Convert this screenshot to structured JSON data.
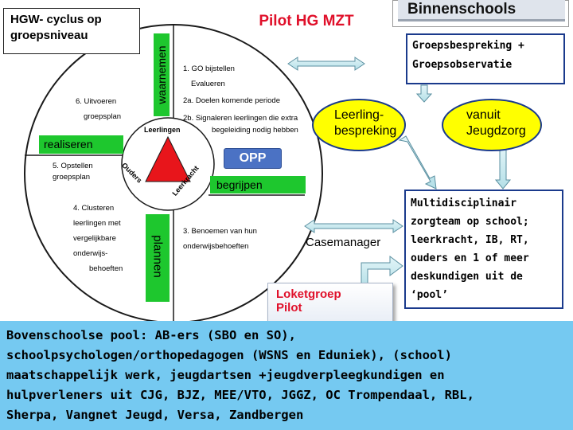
{
  "title": "Pilot HG MZT",
  "hgw_box": [
    "HGW- cyclus op",
    "groepsniveau"
  ],
  "binnenschools": "Binnenschools",
  "groepsbespreking": [
    "Groepsbespreking +",
    "Groepsobservatie"
  ],
  "leerlingbespreking": [
    "Leerling-",
    "bespreking"
  ],
  "jeugdzorg": [
    "vanuit",
    "Jeugdzorg"
  ],
  "multidisciplinair": [
    "Multidisciplinair",
    "zorgteam op school;",
    "leerkracht, IB, RT,",
    "ouders en 1 of meer",
    "deskundigen uit de",
    "‘pool’"
  ],
  "casemanager": "Casemanager",
  "loketgroep": [
    "Loketgroep",
    "Pilot"
  ],
  "pool_text": [
    "Bovenschoolse pool: AB-ers (SBO en SO),",
    "schoolpsychologen/orthopedagogen (WSNS en Eduniek), (school)",
    "maatschappelijk werk, jeugdartsen +jeugdverpleegkundigen en",
    "hulpverleners uit CJG, BJZ, MEE/VTO, JGGZ, OC Trompendaal, RBL,",
    "Sherpa, Vangnet Jeugd, Versa, Zandbergen"
  ],
  "cycle": {
    "waarnemen": "waarnemen",
    "begrijpen": "begrijpen",
    "plannen": "plannen",
    "realiseren": "realiseren",
    "opp": "OPP",
    "step1": [
      "1. GO bijstellen",
      "Evalueren"
    ],
    "step2a": "2a. Doelen komende periode",
    "step2b": [
      "2b. Signaleren leerlingen die extra",
      "begeleiding nodig hebben"
    ],
    "step3": [
      "3. Benoemen van hun",
      "onderwijsbehoeften"
    ],
    "step4": [
      "4. Clusteren",
      "leerlingen met",
      "vergelijkbare",
      "onderwijs-",
      "behoeften"
    ],
    "step5": [
      "5. Opstellen",
      "groepsplan"
    ],
    "step6": [
      "6. Uitvoeren",
      "groepsplan"
    ],
    "triangle": {
      "top": "Leerlingen",
      "left": "Ouders",
      "right": "Leerkracht"
    }
  },
  "colors": {
    "title_red": "#e0102a",
    "green": "#1ec72e",
    "yellow": "#ffff00",
    "navy": "#1a3a8c",
    "opp_blue": "#4b72c4",
    "pool_blue": "#75c9f1",
    "arrow_teal": "#bfe6ec",
    "triangle_red": "#e8151b"
  }
}
